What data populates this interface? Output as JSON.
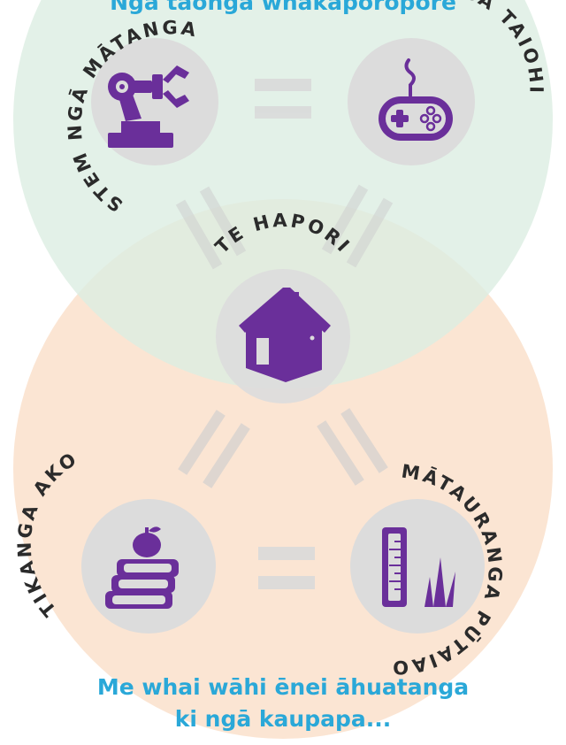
{
  "caption_top": "Ngā taonga whakaporopore",
  "caption_bottom_line1": "Me whai wāhi ēnei āhuatanga",
  "caption_bottom_line2": "ki ngā kaupapa...",
  "nodes": {
    "stem": {
      "label": "STEM NGĀ MĀTANGA",
      "icon": "robot-arm-icon"
    },
    "youth": {
      "label": "NGĀ TAIOHI",
      "icon": "game-controller-icon"
    },
    "community": {
      "label": "TE HAPORI",
      "icon": "house-icon"
    },
    "learning": {
      "label": "TIKANGA AKO",
      "icon": "books-apple-icon"
    },
    "science": {
      "label": "MĀTAURANGA PŪTAIAO",
      "icon": "ruler-grass-icon"
    }
  },
  "colors": {
    "top_region": "#dceee2",
    "bottom_region": "#fbe5d3",
    "node_circle": "#dcdcdc",
    "icon": "#6a2f9a",
    "caption": "#2aa8d8",
    "connector": "#d9d9d9"
  }
}
